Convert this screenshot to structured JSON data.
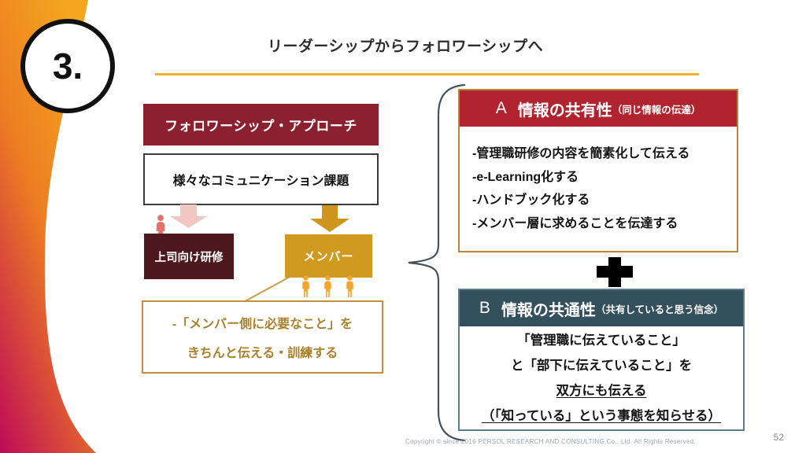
{
  "slide": {
    "number_badge": "3.",
    "title": "リーダーシップからフォロワーシップへ",
    "page_number": "52",
    "copyright": "Copyright © since 2016  PERSOL RESEARCH AND CONSULTING Co., Ltd. All Rights Reserved."
  },
  "left_diagram": {
    "approach_header": "フォロワーシップ・アプローチ",
    "challenge_box": "様々なコミュニケーション課題",
    "supervisor_box": "上司向け研修",
    "member_box": "メンバー",
    "note_line1": "-「メンバー側に必要なこと」を",
    "note_line2": "きちんと伝える・訓練する"
  },
  "panel_a": {
    "label": "A",
    "title": "情報の共有性",
    "subtitle": "（同じ情報の伝達）",
    "items": [
      "-管理職研修の内容を簡素化して伝える",
      "-e-Learning化する",
      "-ハンドブック化する",
      "-メンバー層に求めることを伝達する"
    ]
  },
  "panel_b": {
    "label": "B",
    "title": "情報の共通性",
    "subtitle": "（共有していると思う信念）",
    "lines": [
      {
        "text": "「管理職に伝えていること」",
        "underline": false
      },
      {
        "text": "と「部下に伝えていること」を",
        "underline": false
      },
      {
        "text": "双方にも伝える",
        "underline": true
      },
      {
        "text": "（「知っている」という事態を知らせる）",
        "underline": true
      }
    ]
  },
  "icons": {
    "supervisor_person": "person-icon",
    "member_people": "person-icon x3",
    "pink_down_arrow": "block-arrow-down",
    "gold_down_arrow": "block-arrow-down",
    "plus": "plus-icon",
    "brace": "left-curly-brace"
  },
  "colors": {
    "maroon_header": "#8B2130",
    "dark_maroon_box": "#4E191E",
    "gold_box": "#D0991F",
    "gold_people": "#F2A52C",
    "pink_arrow": "#F2C7C3",
    "pink_person": "#E4716C",
    "panel_a_red": "#B1242F",
    "panel_a_border": "#B3873E",
    "panel_b_teal": "#33505C",
    "panel_b_border": "#5E7B88",
    "title_underline": "#F0B12D",
    "note_text": "#A9802C",
    "side_gradient_top": "#F3A51E",
    "side_gradient_mid": "#ED7D22",
    "side_gradient_bottom": "#C00E56"
  }
}
